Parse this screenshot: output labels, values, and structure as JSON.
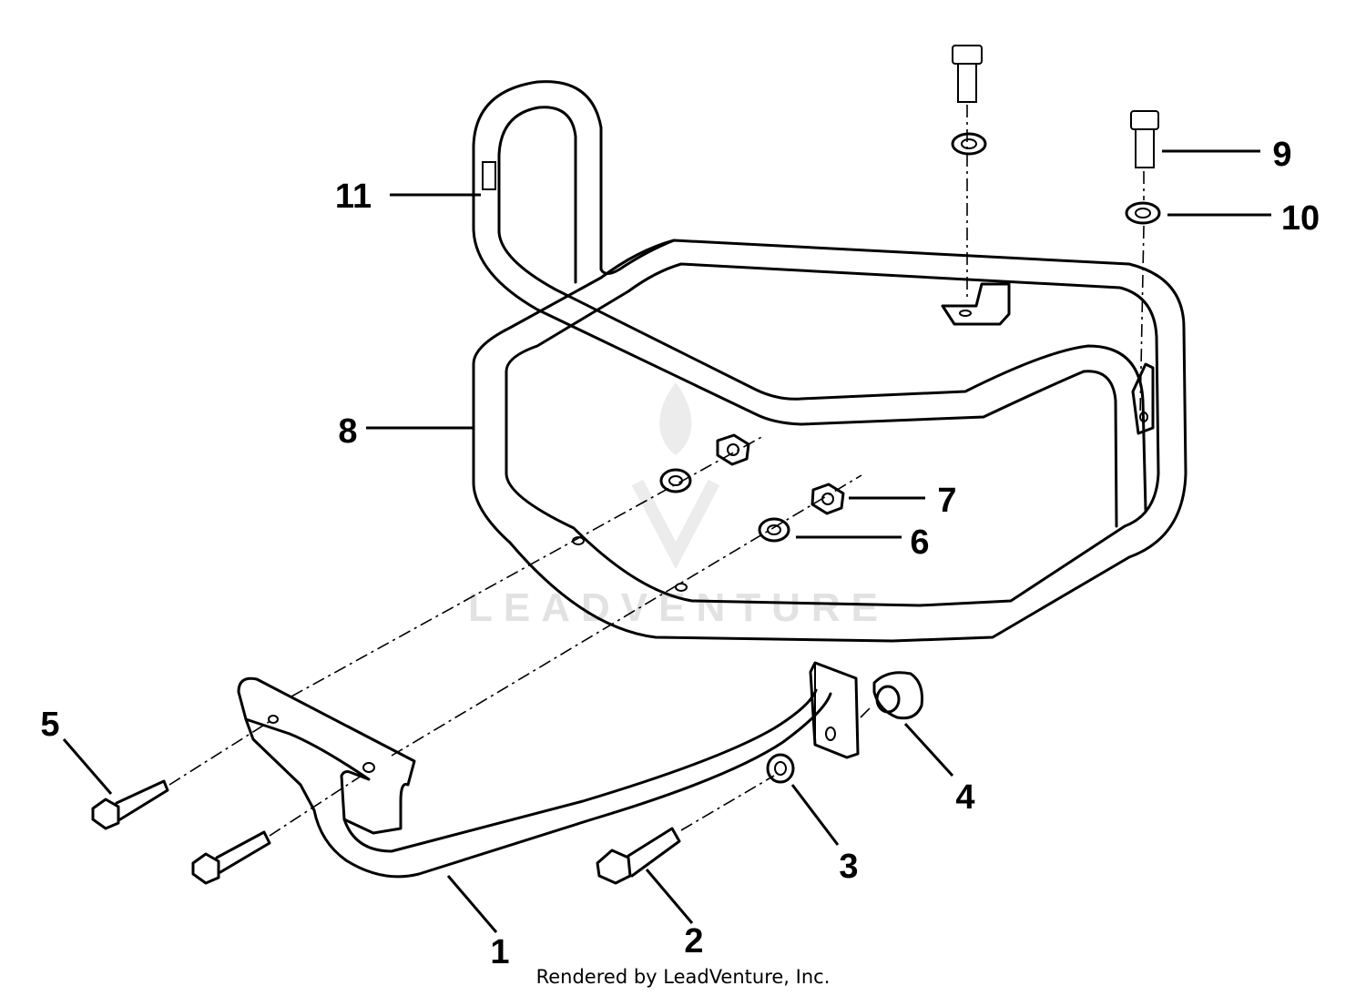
{
  "watermark": {
    "text": "LEADVENTURE"
  },
  "footer": {
    "text": "Rendered by LeadVenture, Inc."
  },
  "callouts": [
    {
      "id": "1",
      "label": "1"
    },
    {
      "id": "2",
      "label": "2"
    },
    {
      "id": "3",
      "label": "3"
    },
    {
      "id": "4",
      "label": "4"
    },
    {
      "id": "5",
      "label": "5"
    },
    {
      "id": "6",
      "label": "6"
    },
    {
      "id": "7",
      "label": "7"
    },
    {
      "id": "8",
      "label": "8"
    },
    {
      "id": "9",
      "label": "9"
    },
    {
      "id": "10",
      "label": "10"
    },
    {
      "id": "11",
      "label": "11"
    }
  ]
}
